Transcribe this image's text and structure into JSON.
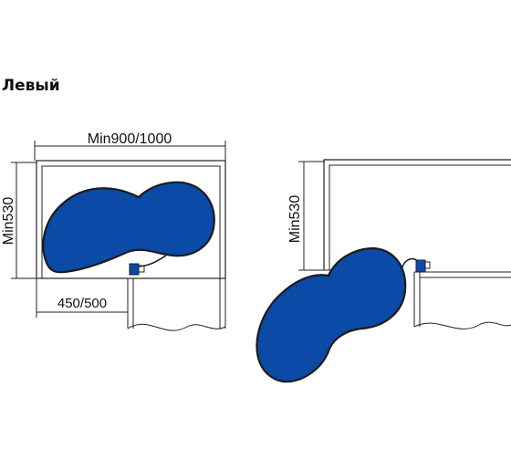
{
  "heading": "Левый",
  "colors": {
    "shelf_fill": "#0b4aa6",
    "shelf_stroke": "#1c1c1c",
    "line": "#222222"
  },
  "dims": {
    "width_label": "Min900/1000",
    "depth_label_left": "Min530",
    "opening_label": "450/500",
    "depth_label_right": "Min530"
  }
}
